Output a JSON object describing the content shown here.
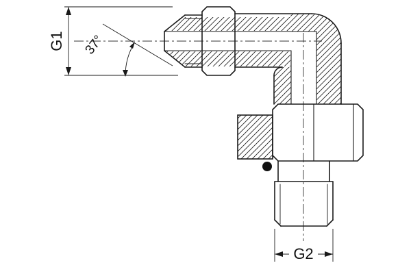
{
  "drawing": {
    "type": "technical-drawing",
    "subject": "90-degree elbow hydraulic fitting, half section",
    "colors": {
      "line": "#1a1a1a",
      "background": "#ffffff"
    },
    "dimensions": {
      "g1_label": "G1",
      "angle_label": "37°",
      "g2_label": "G2"
    }
  }
}
